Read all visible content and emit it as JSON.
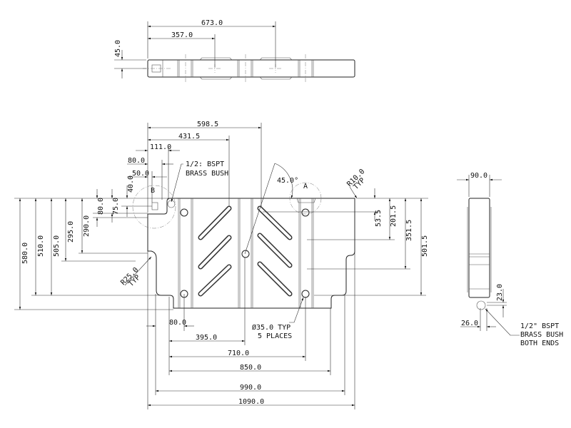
{
  "top_view": {
    "dims": {
      "d673": "673.0",
      "d357": "357.0",
      "d45": "45.0"
    }
  },
  "front_view": {
    "dims_top": {
      "d598_5": "598.5",
      "d431_5": "431.5",
      "d111": "111.0",
      "d80": "80.0",
      "d50": "50.0"
    },
    "dims_left": {
      "d580": "580.0",
      "d510": "510.0",
      "d505": "505.0",
      "d295": "295.0",
      "d290": "290.0",
      "d80v": "80.0",
      "d75": "75.0",
      "d40": "40.0"
    },
    "dims_right": {
      "d53_5": "53.5",
      "d201_5": "201.5",
      "d351_5": "351.5",
      "d501_5": "501.5"
    },
    "dims_bottom": {
      "d80b": "80.0",
      "d395": "395.0",
      "d710": "710.0",
      "d850": "850.0",
      "d990": "990.0",
      "d1090": "1090.0"
    },
    "angle": "45.0°",
    "detail_a": "A",
    "detail_b": "B",
    "notes": {
      "bush_1": "1/2: BSPT",
      "bush_2": "BRASS BUSH",
      "r10_1": "R10.0",
      "r10_2": "TYP",
      "r25_1": "R25.0",
      "r25_2": "TYP",
      "hole_1": "Ø35.0 TYP",
      "hole_2": "5 PLACES"
    }
  },
  "side_view": {
    "dims": {
      "d90": "90.0",
      "d23": "23.0",
      "d26": "26.0"
    },
    "note_1": "1/2\" BSPT",
    "note_2": "BRASS BUSH",
    "note_3": "BOTH ENDS"
  }
}
